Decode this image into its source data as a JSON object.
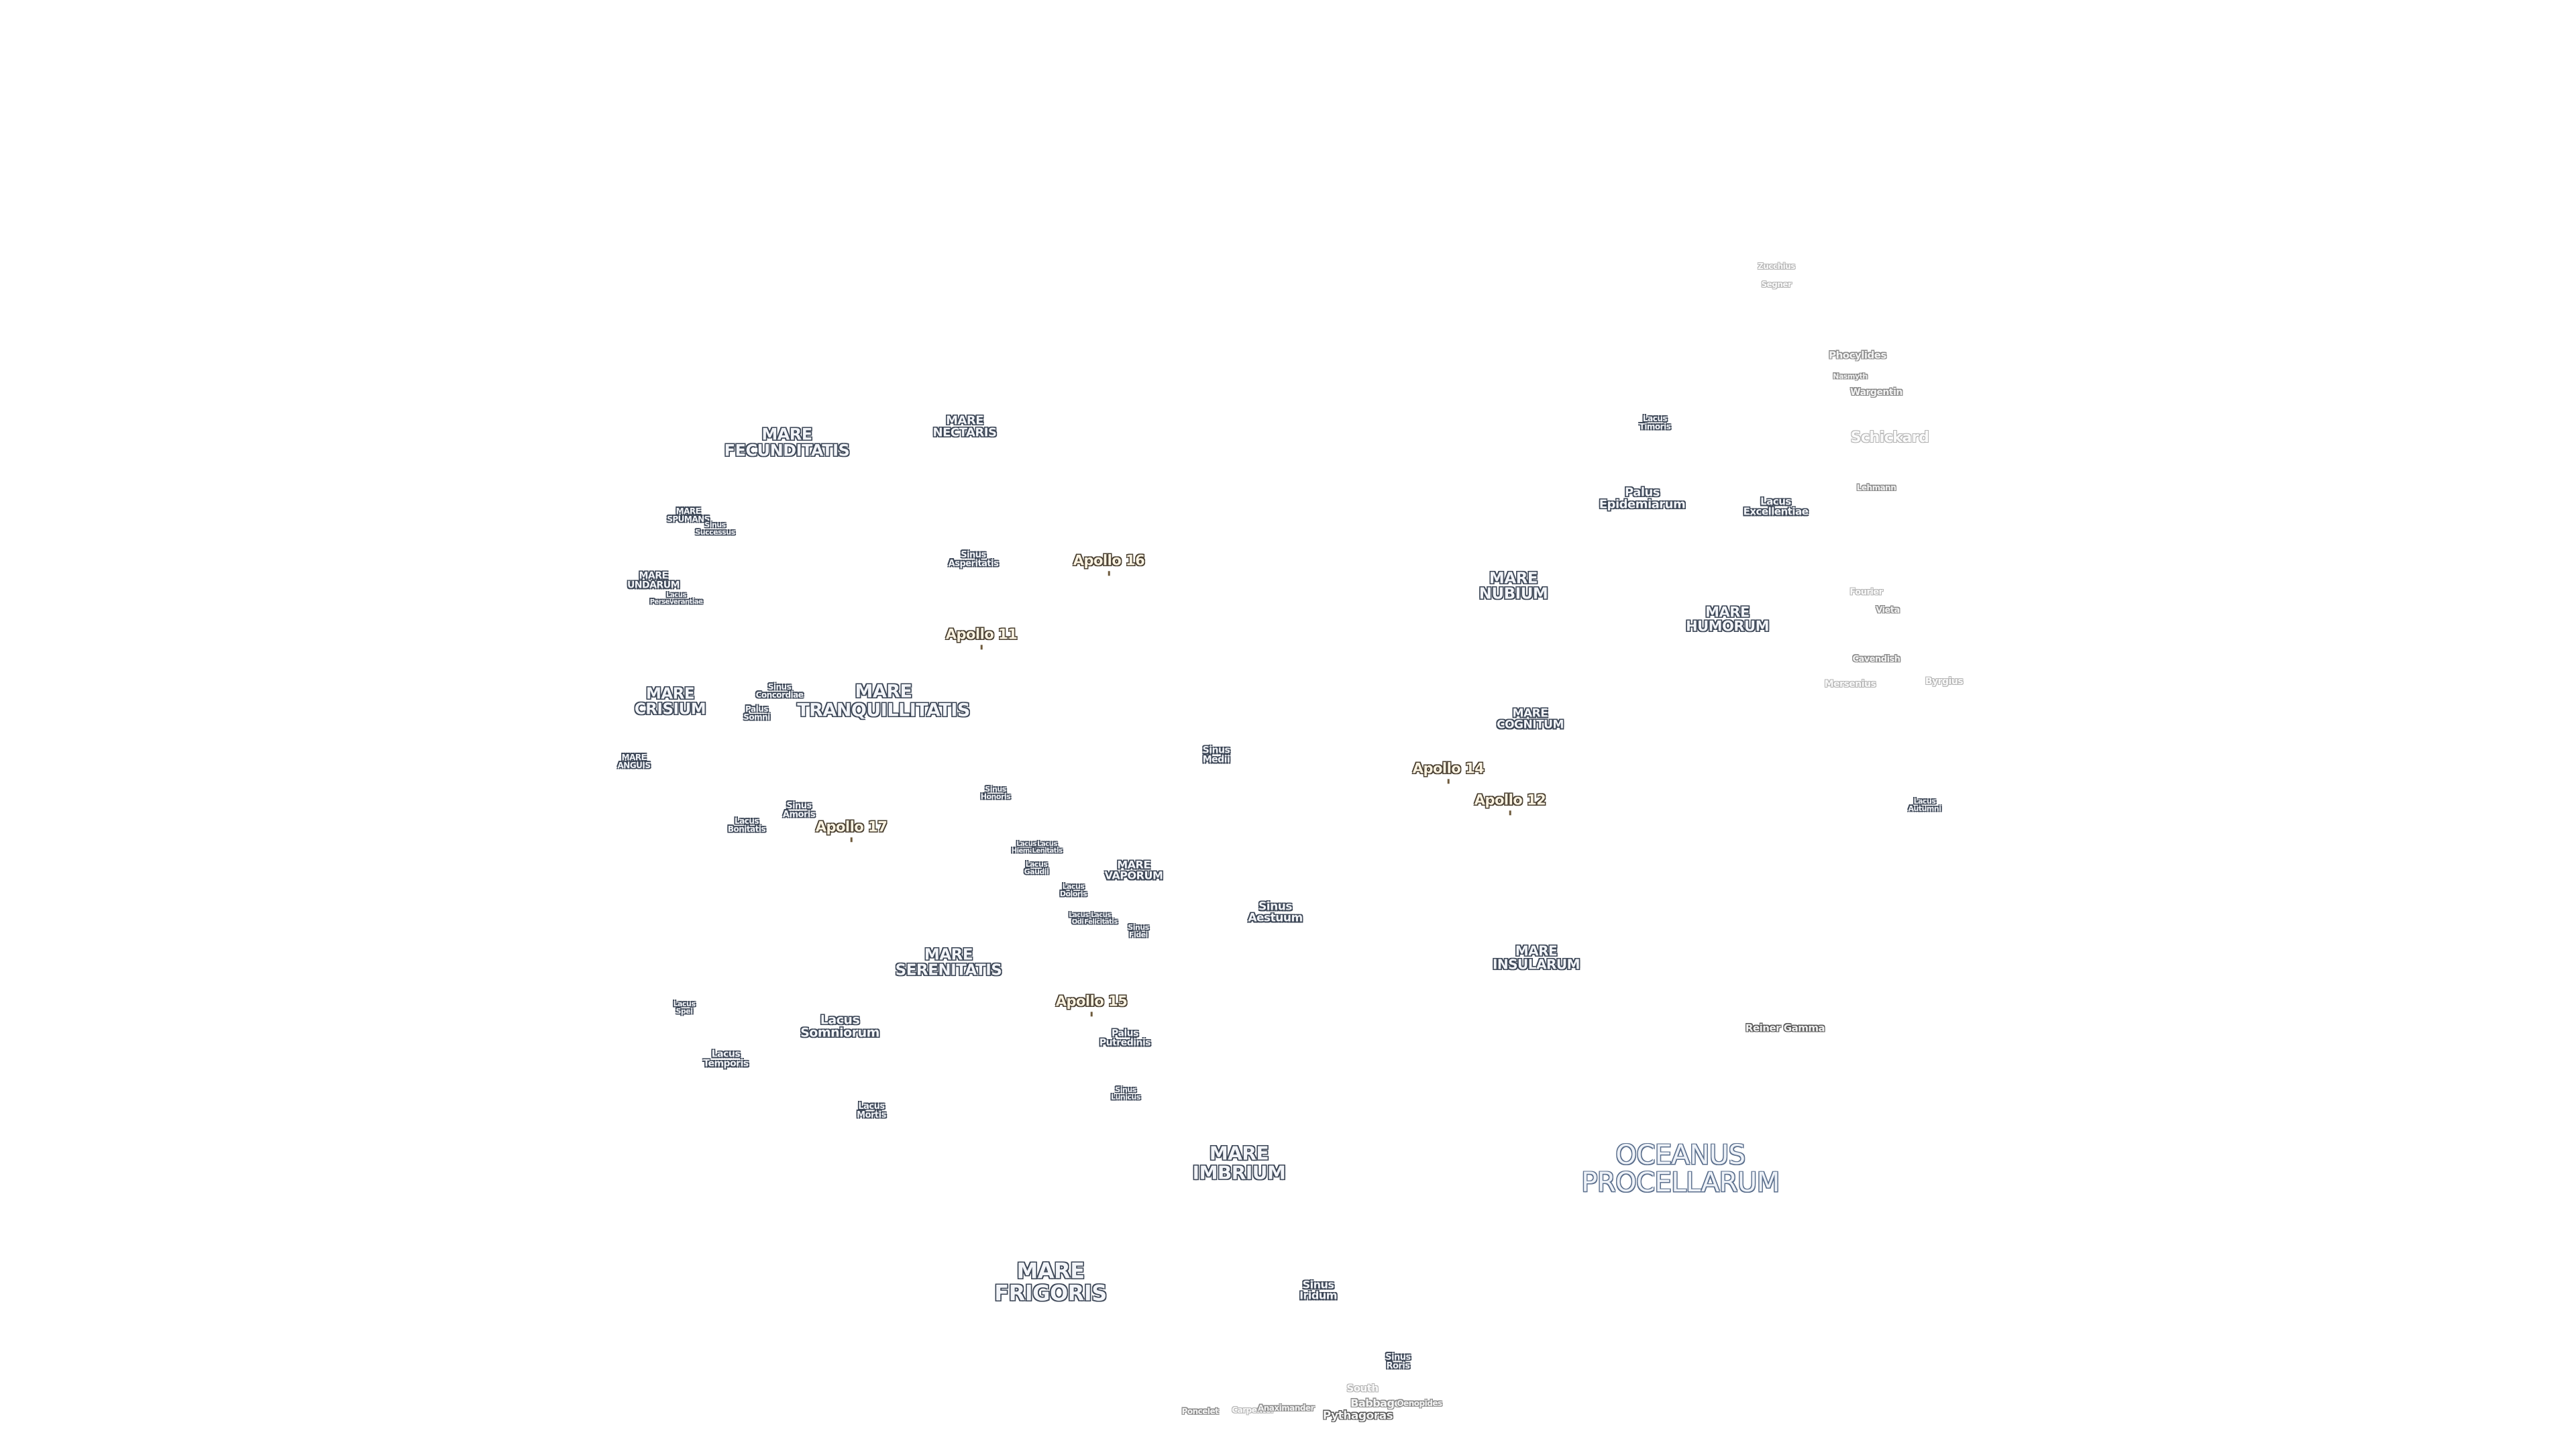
{
  "map": {
    "labels": [
      {
        "lines": [
          "MARE",
          "FECUNDITATIS"
        ],
        "kind": "sea",
        "size": 24
      },
      {
        "lines": [
          "MARE",
          "NECTARIS"
        ],
        "kind": "sea",
        "size": 18
      },
      {
        "lines": [
          "MARE",
          "SPUMANS"
        ],
        "kind": "sea",
        "size": 12
      },
      {
        "lines": [
          "Sinus",
          "Successus"
        ],
        "kind": "sea",
        "size": 11
      },
      {
        "lines": [
          "MARE",
          "UNDARUM"
        ],
        "kind": "sea",
        "size": 14
      },
      {
        "lines": [
          "Lacus",
          "Perseverantiae"
        ],
        "kind": "sea",
        "size": 10
      },
      {
        "lines": [
          "Sinus",
          "Asperitatis"
        ],
        "kind": "sea",
        "size": 13
      },
      {
        "lines": [
          "Apollo 16"
        ],
        "kind": "apollo",
        "size": 21
      },
      {
        "lines": [
          "Apollo 11"
        ],
        "kind": "apollo",
        "size": 21
      },
      {
        "lines": [
          "MARE",
          "CRISIUM"
        ],
        "kind": "sea",
        "size": 23
      },
      {
        "lines": [
          "Sinus",
          "Concordiae"
        ],
        "kind": "sea",
        "size": 12
      },
      {
        "lines": [
          "Palus",
          "Somni"
        ],
        "kind": "sea",
        "size": 12
      },
      {
        "lines": [
          "MARE",
          "TRANQUILLITATIS"
        ],
        "kind": "sea",
        "size": 27
      },
      {
        "lines": [
          "MARE",
          "ANGUIS"
        ],
        "kind": "sea",
        "size": 12
      },
      {
        "lines": [
          "Sinus",
          "Amoris"
        ],
        "kind": "sea",
        "size": 13
      },
      {
        "lines": [
          "Lacus",
          "Bonitatis"
        ],
        "kind": "sea",
        "size": 12
      },
      {
        "lines": [
          "Apollo 17"
        ],
        "kind": "apollo",
        "size": 21
      },
      {
        "lines": [
          "Sinus",
          "Honoris"
        ],
        "kind": "sea",
        "size": 11
      },
      {
        "lines": [
          "Sinus",
          "Medii"
        ],
        "kind": "sea",
        "size": 14
      },
      {
        "lines": [
          "Lacus",
          "Hiemalis"
        ],
        "kind": "sea",
        "size": 10
      },
      {
        "lines": [
          "Lacus",
          "Lenitatis"
        ],
        "kind": "sea",
        "size": 10
      },
      {
        "lines": [
          "Lacus",
          "Gaudii"
        ],
        "kind": "sea",
        "size": 11
      },
      {
        "lines": [
          "MARE",
          "VAPORUM"
        ],
        "kind": "sea",
        "size": 16
      },
      {
        "lines": [
          "Lacus",
          "Doloris"
        ],
        "kind": "sea",
        "size": 11
      },
      {
        "lines": [
          "Lacus",
          "Odii"
        ],
        "kind": "sea",
        "size": 10
      },
      {
        "lines": [
          "Lacus",
          "Felicitatis"
        ],
        "kind": "sea",
        "size": 10
      },
      {
        "lines": [
          "Sinus",
          "Fidei"
        ],
        "kind": "sea",
        "size": 11
      },
      {
        "lines": [
          "Sinus",
          "Aestuum"
        ],
        "kind": "sea",
        "size": 17
      },
      {
        "lines": [
          "MARE",
          "SERENITATIS"
        ],
        "kind": "sea",
        "size": 23
      },
      {
        "lines": [
          "Apollo 15"
        ],
        "kind": "apollo",
        "size": 21
      },
      {
        "lines": [
          "Lacus",
          "Spei"
        ],
        "kind": "sea",
        "size": 11
      },
      {
        "lines": [
          "Lacus",
          "Somniorum"
        ],
        "kind": "sea",
        "size": 19
      },
      {
        "lines": [
          "Palus",
          "Putredinis"
        ],
        "kind": "sea",
        "size": 14
      },
      {
        "lines": [
          "Lacus",
          "Temporis"
        ],
        "kind": "sea",
        "size": 14
      },
      {
        "lines": [
          "Sinus",
          "Lunicus"
        ],
        "kind": "sea",
        "size": 11
      },
      {
        "lines": [
          "Lacus",
          "Mortis"
        ],
        "kind": "sea",
        "size": 13
      },
      {
        "lines": [
          "MARE",
          "IMBRIUM"
        ],
        "kind": "sea",
        "size": 28
      },
      {
        "lines": [
          "MARE",
          "FRIGORIS"
        ],
        "kind": "sea",
        "size": 32
      },
      {
        "lines": [
          "Sinus",
          "Iridum"
        ],
        "kind": "sea",
        "size": 16
      },
      {
        "lines": [
          "Sinus",
          "Roris"
        ],
        "kind": "sea",
        "size": 13
      },
      {
        "lines": [
          "MARE",
          "NUBIUM"
        ],
        "kind": "sea",
        "size": 23
      },
      {
        "lines": [
          "MARE",
          "COGNITUM"
        ],
        "kind": "sea",
        "size": 17
      },
      {
        "lines": [
          "Apollo 14"
        ],
        "kind": "apollo",
        "size": 21
      },
      {
        "lines": [
          "Apollo 12"
        ],
        "kind": "apollo",
        "size": 21
      },
      {
        "lines": [
          "MARE",
          "INSULARUM"
        ],
        "kind": "sea",
        "size": 20
      },
      {
        "lines": [
          "OCEANUS",
          "PROCELLARUM"
        ],
        "kind": "oceanus",
        "size": 40
      },
      {
        "lines": [
          "MARE",
          "HUMORUM"
        ],
        "kind": "sea",
        "size": 21
      },
      {
        "lines": [
          "Palus",
          "Epidemiarum"
        ],
        "kind": "sea",
        "size": 18
      },
      {
        "lines": [
          "Lacus",
          "Excellentiae"
        ],
        "kind": "sea",
        "size": 15
      },
      {
        "lines": [
          "Lacus",
          "Timoris"
        ],
        "kind": "sea",
        "size": 12
      },
      {
        "lines": [
          "Reiner Gamma"
        ],
        "kind": "crater-dark",
        "size": 15
      },
      {
        "lines": [
          "Lacus",
          "Autumni"
        ],
        "kind": "sea",
        "size": 11
      },
      {
        "lines": [
          "Zucchius"
        ],
        "kind": "faint",
        "size": 12
      },
      {
        "lines": [
          "Segner"
        ],
        "kind": "faint",
        "size": 12
      },
      {
        "lines": [
          "Phocylides"
        ],
        "kind": "crater",
        "size": 15
      },
      {
        "lines": [
          "Nasmyth"
        ],
        "kind": "crater",
        "size": 11
      },
      {
        "lines": [
          "Wargentin"
        ],
        "kind": "crater",
        "size": 14
      },
      {
        "lines": [
          "Schickard"
        ],
        "kind": "faint",
        "size": 22
      },
      {
        "lines": [
          "Lehmann"
        ],
        "kind": "crater",
        "size": 12
      },
      {
        "lines": [
          "Fourier"
        ],
        "kind": "faint",
        "size": 13
      },
      {
        "lines": [
          "Vieta"
        ],
        "kind": "crater",
        "size": 13
      },
      {
        "lines": [
          "Cavendish"
        ],
        "kind": "crater",
        "size": 13
      },
      {
        "lines": [
          "Mersenius"
        ],
        "kind": "faint",
        "size": 14
      },
      {
        "lines": [
          "Byrgius"
        ],
        "kind": "faint",
        "size": 14
      },
      {
        "lines": [
          "South"
        ],
        "kind": "faint",
        "size": 15
      },
      {
        "lines": [
          "Babbage"
        ],
        "kind": "crater",
        "size": 16
      },
      {
        "lines": [
          "Oenopides"
        ],
        "kind": "crater",
        "size": 12
      },
      {
        "lines": [
          "Pythagoras"
        ],
        "kind": "crater-dark",
        "size": 17
      },
      {
        "lines": [
          "Poncelet"
        ],
        "kind": "crater",
        "size": 12
      },
      {
        "lines": [
          "Carpenter"
        ],
        "kind": "faint",
        "size": 12
      },
      {
        "lines": [
          "Anaximander"
        ],
        "kind": "crater",
        "size": 12
      }
    ]
  }
}
